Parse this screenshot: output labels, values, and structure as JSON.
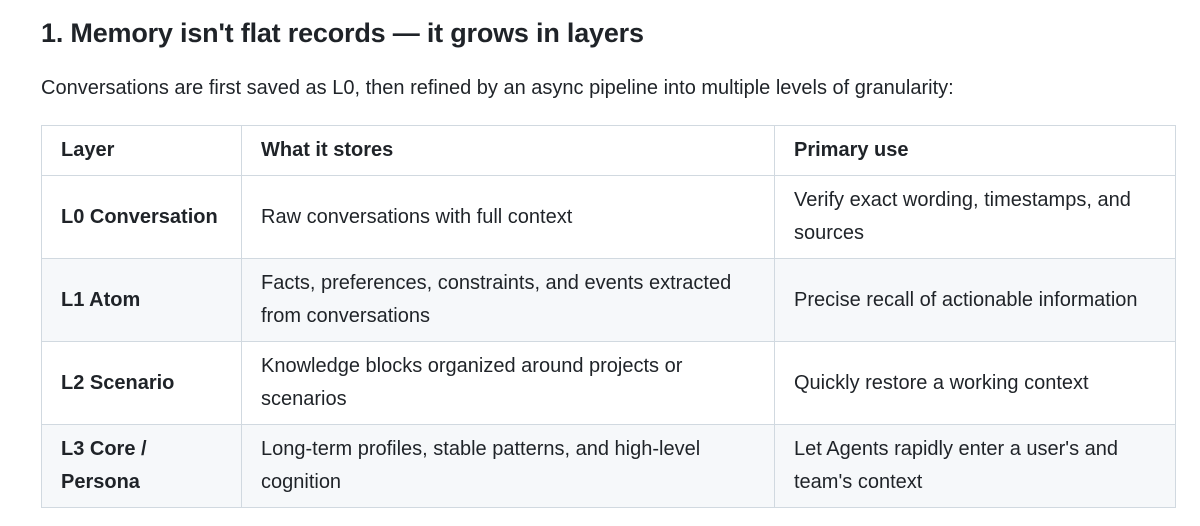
{
  "section": {
    "heading": "1. Memory isn't flat records — it grows in layers",
    "intro": "Conversations are first saved as L0, then refined by an async pipeline into multiple levels of granularity:"
  },
  "table": {
    "headers": [
      "Layer",
      "What it stores",
      "Primary use"
    ],
    "rows": [
      {
        "layer": "L0 Conversation",
        "stores": "Raw conversations with full context",
        "use": "Verify exact wording, timestamps, and sources"
      },
      {
        "layer": "L1 Atom",
        "stores": "Facts, preferences, constraints, and events extracted from conversations",
        "use": "Precise recall of actionable information"
      },
      {
        "layer": "L2 Scenario",
        "stores": "Knowledge blocks organized around projects or scenarios",
        "use": "Quickly restore a working context"
      },
      {
        "layer": "L3 Core / Persona",
        "stores": "Long-term profiles, stable patterns, and high-level cognition",
        "use": "Let Agents rapidly enter a user's and team's context"
      }
    ]
  }
}
